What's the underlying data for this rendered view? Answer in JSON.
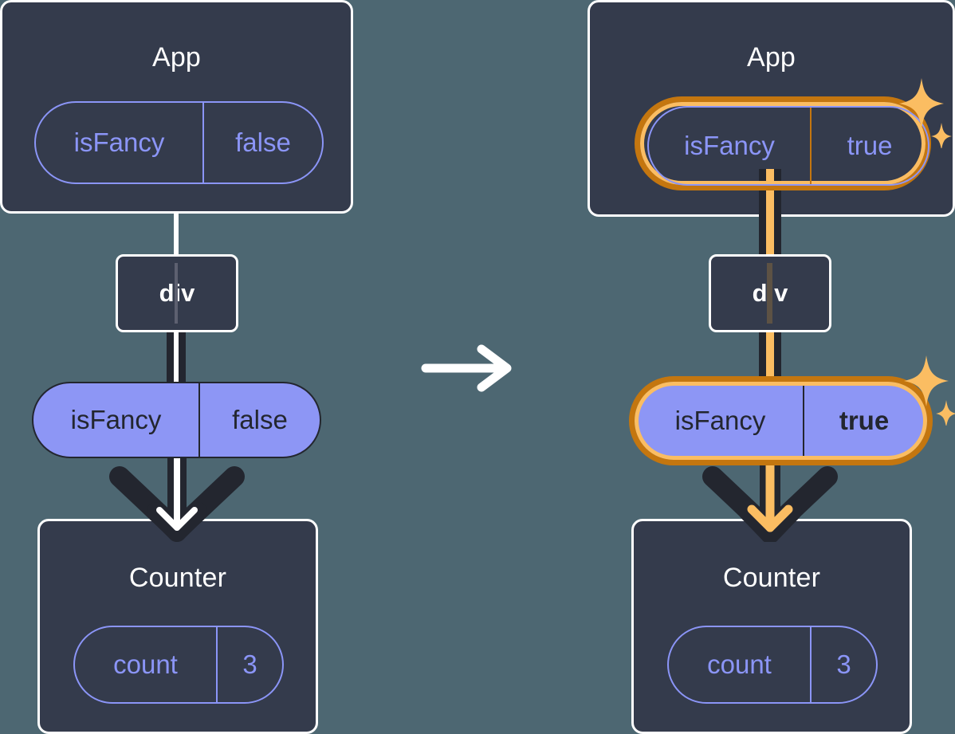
{
  "diagram": {
    "title_hidden": "React state propagation before and after setting isFancy",
    "colors": {
      "background": "#4d6772",
      "panel": "#343b4c",
      "panel_border": "#ffffff",
      "pill_purple": "#8d96f5",
      "pill_outline": "#8b95f7",
      "ink": "#23262f",
      "highlight_outer": "#c4760f",
      "highlight_inner": "#fbbd62"
    },
    "transition_arrow": "arrow-right-icon"
  },
  "left": {
    "app": {
      "title": "App",
      "state": {
        "key": "isFancy",
        "value": "false",
        "highlighted": false
      }
    },
    "div": {
      "label": "div"
    },
    "prop": {
      "key": "isFancy",
      "value": "false",
      "highlighted": false
    },
    "counter": {
      "title": "Counter",
      "state": {
        "key": "count",
        "value": "3",
        "highlighted": false
      }
    }
  },
  "right": {
    "app": {
      "title": "App",
      "state": {
        "key": "isFancy",
        "value": "true",
        "highlighted": true
      }
    },
    "div": {
      "label": "div"
    },
    "prop": {
      "key": "isFancy",
      "value": "true",
      "highlighted": true
    },
    "counter": {
      "title": "Counter",
      "state": {
        "key": "count",
        "value": "3",
        "highlighted": false
      }
    },
    "sparkles": [
      {
        "name": "sparkle-app",
        "size": "large"
      },
      {
        "name": "sparkle-prop",
        "size": "large"
      }
    ]
  }
}
